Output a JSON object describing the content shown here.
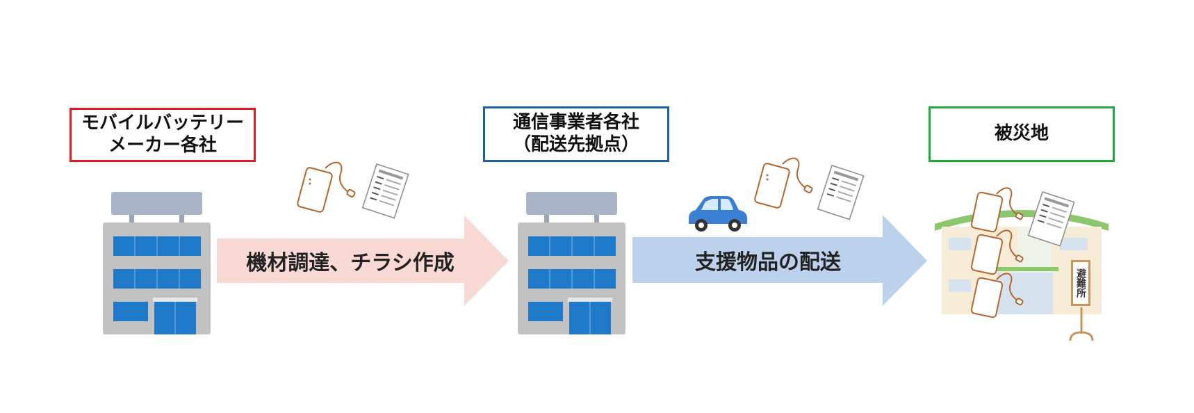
{
  "nodes": [
    {
      "line1": "モバイルバッテリー",
      "line2": "メーカー各社",
      "border_color": "#e01b24"
    },
    {
      "line1": "通信事業者各社",
      "line2": "（配送先拠点）",
      "border_color": "#1f5fa8"
    },
    {
      "line1": "被災地",
      "border_color": "#1fa83c"
    }
  ],
  "arrows": [
    {
      "label": "機材調達、チラシ作成",
      "color": "#f8d9d3"
    },
    {
      "label": "支援物品の配送",
      "color": "#bcd2ec"
    }
  ],
  "shelter_sign": "避難所"
}
